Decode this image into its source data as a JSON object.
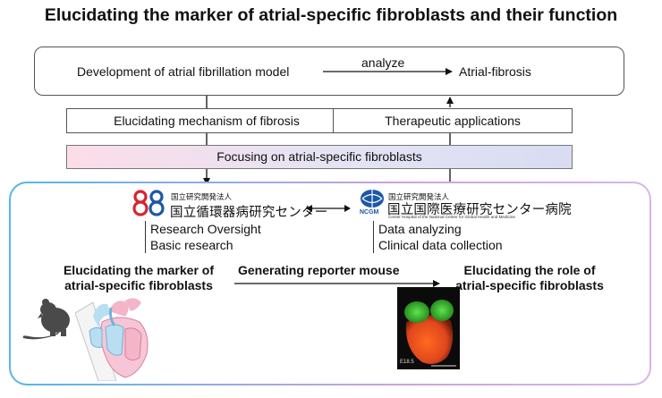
{
  "title": "Elucidating the marker of atrial-specific fibroblasts and their function",
  "top_box": {
    "left_text": "Development of atrial fibrillation model",
    "arrow_label": "analyze",
    "right_text": "Atrial-fibrosis"
  },
  "mid_boxes": {
    "left": "Elucidating mechanism of fibrosis",
    "right": "Therapeutic applications"
  },
  "focus_bar": "Focusing on atrial-specific fibroblasts",
  "panel": {
    "org1": {
      "line1": "国立研究開発法人",
      "line2": "国立循環器病研究センター",
      "roles": [
        "Research Oversight",
        "Basic research"
      ]
    },
    "org2": {
      "logo_text": "NCGM",
      "line1": "国立研究開発法人",
      "line2": "国立国際医療研究センター病院",
      "line3": "Center Hospital of the National Center for Global Health and Medicine",
      "roles": [
        "Data analyzing",
        "Clinical data collection"
      ]
    },
    "left_heading": [
      "Elucidating the marker of",
      "atrial-specific fibroblasts"
    ],
    "arrow_label": "Generating reporter mouse",
    "right_heading": [
      "Elucidating the role of",
      "atrial-specific fibroblasts"
    ],
    "image_label": "E18.5"
  },
  "colors": {
    "red_logo": "#d6242f",
    "blue_logo": "#1c57a8",
    "panel_left": "#55b7e6",
    "panel_right": "#c9a2e0"
  }
}
